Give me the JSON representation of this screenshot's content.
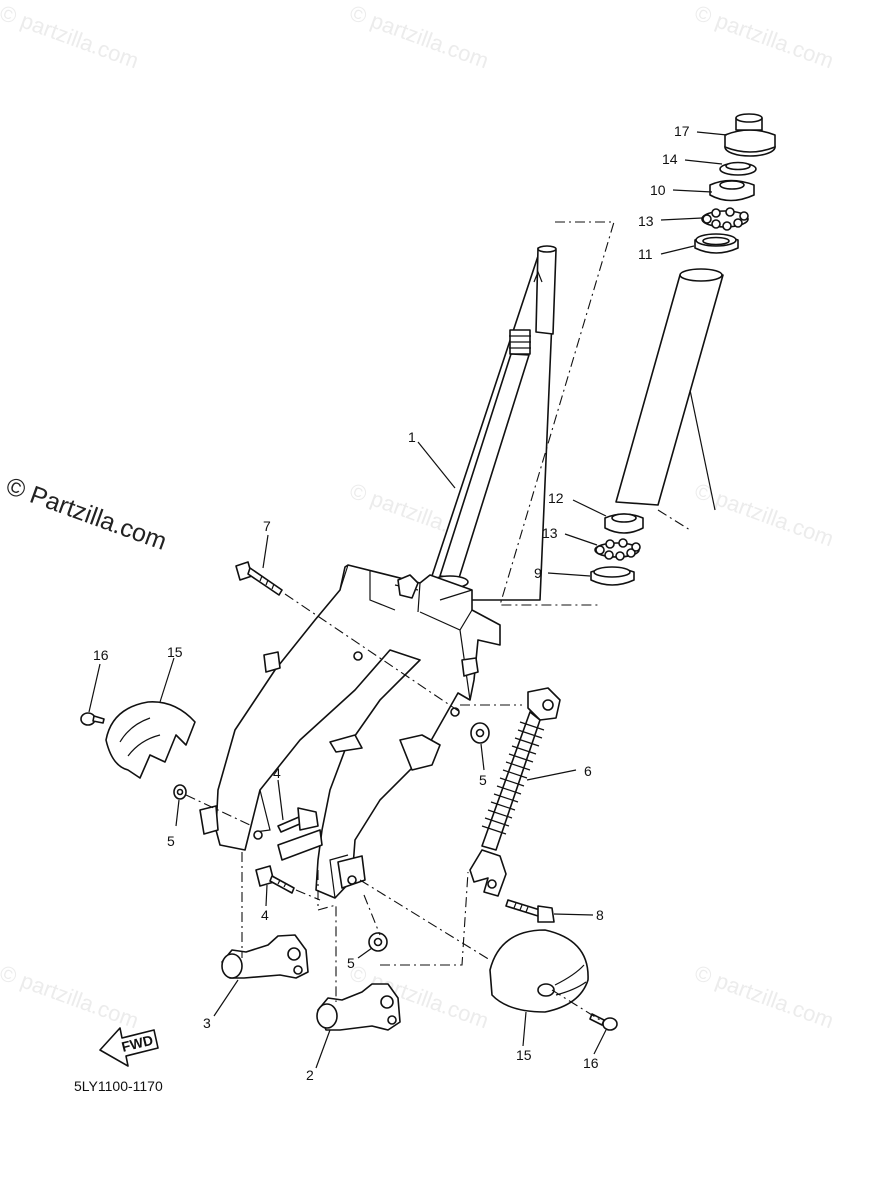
{
  "diagram_code": "5LY1100-1170",
  "fwd_arrow_label": "FWD",
  "watermark_main": "© Partzilla.com",
  "watermark_tile": "© partzilla.com",
  "callouts": {
    "c1": "1",
    "c2": "2",
    "c3": "3",
    "c4a": "4",
    "c4b": "4",
    "c5a": "5",
    "c5b": "5",
    "c5c": "5",
    "c6": "6",
    "c7": "7",
    "c8": "8",
    "c9": "9",
    "c10": "10",
    "c11": "11",
    "c12": "12",
    "c13a": "13",
    "c13b": "13",
    "c14": "14",
    "c15a": "15",
    "c15b": "15",
    "c16a": "16",
    "c16b": "16",
    "c17": "17"
  }
}
